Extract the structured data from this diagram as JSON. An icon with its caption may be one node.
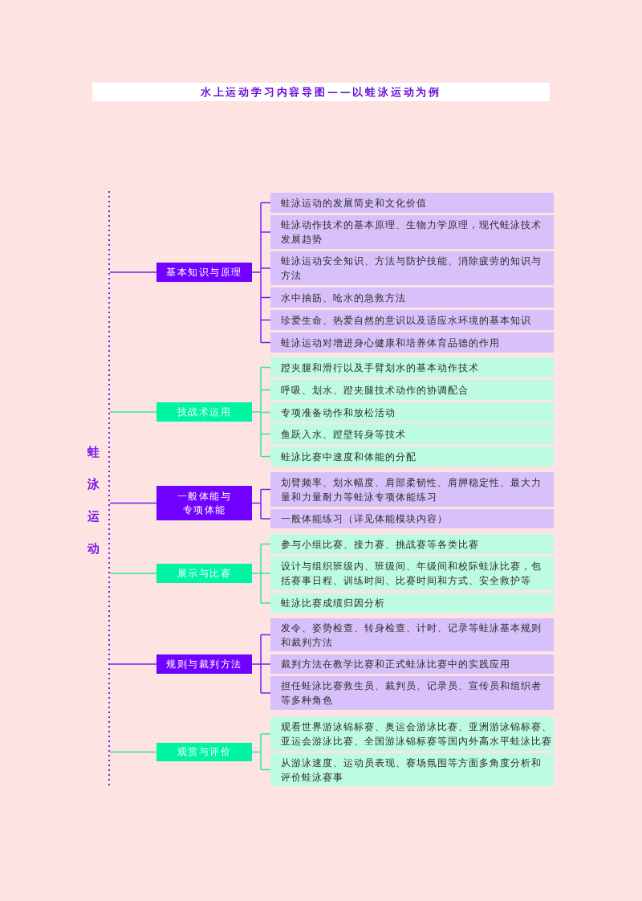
{
  "diagram": {
    "title": "水上运动学习内容导图——以蛙泳运动为例",
    "nodes": [
      {
        "text": [
          "蛙泳运动"
        ]
      },
      {
        "text": [
          "基本知识与原理"
        ]
      },
      {
        "text": [
          "蛙泳运动的发展简史和文化价值"
        ]
      },
      {
        "text": [
          "蛙泳动作技术的基本原理、生物力学原理，现代蛙泳技术发展趋势"
        ]
      },
      {
        "text": [
          "蛙泳运动安全知识、方法与防护技能、消除疲劳的知识与方法"
        ]
      },
      {
        "text": [
          "水中抽筋、呛水的急救方法"
        ]
      },
      {
        "text": [
          "珍爱生命、热爱自然的意识以及适应水环境的基本知识"
        ]
      },
      {
        "text": [
          "蛙泳运动对增进身心健康和培养体育品德的作用"
        ]
      },
      {
        "text": [
          "技战术运用"
        ]
      },
      {
        "text": [
          "蹬夹腿和滑行以及手臂划水的基本动作技术"
        ]
      },
      {
        "text": [
          "呼吸、划水、蹬夹腿技术动作的协调配合"
        ]
      },
      {
        "text": [
          "专项准备动作和放松活动"
        ]
      },
      {
        "text": [
          "鱼跃入水、蹬壁转身等技术"
        ]
      },
      {
        "text": [
          "蛙泳比赛中速度和体能的分配"
        ]
      },
      {
        "text": [
          "一般体能与专项体能"
        ]
      },
      {
        "text": [
          "划臂频率、划水幅度、肩部柔韧性、肩胛稳定性、最大力量和力量耐力等蛙泳专项体能练习"
        ]
      },
      {
        "text": [
          "一般体能练习（详见体能模块内容）"
        ]
      },
      {
        "text": [
          "展示与比赛"
        ]
      },
      {
        "text": [
          "参与小组比赛、接力赛、挑战赛等各类比赛"
        ]
      },
      {
        "text": [
          "设计与组织班级内、班级间、年级间和校际蛙泳比赛，包括赛事日程、训练时间、比赛时间和方式、安全救护等"
        ]
      },
      {
        "text": [
          "蛙泳比赛成绩归因分析"
        ]
      },
      {
        "text": [
          "规则与裁判方法"
        ]
      },
      {
        "text": [
          "发令、姿势检查、转身检查、计时、记录等蛙泳基本规则和裁判方法"
        ]
      },
      {
        "text": [
          "裁判方法在教学比赛和正式蛙泳比赛中的实践应用"
        ]
      },
      {
        "text": [
          "担任蛙泳比赛救生员、裁判员、记录员、宣传员和组织者等多种角色"
        ]
      },
      {
        "text": [
          "观赏与评价"
        ]
      },
      {
        "text": [
          "观看世界游泳锦标赛、奥运会游泳比赛、亚洲游泳锦标赛、亚运会游泳比赛、全国游泳锦标赛等国内外高水平蛙泳比赛"
        ]
      },
      {
        "text": [
          "从游泳速度、运动员表现、赛场氛围等方面多角度分析和评价蛙泳赛事"
        ]
      }
    ],
    "edges": [
      {
        "from": 0,
        "to": 1,
        "arrow": "none"
      },
      {
        "from": 1,
        "to": 2,
        "arrow": "none"
      },
      {
        "from": 1,
        "to": 3,
        "arrow": "none"
      },
      {
        "from": 1,
        "to": 4,
        "arrow": "none"
      },
      {
        "from": 1,
        "to": 5,
        "arrow": "none"
      },
      {
        "from": 1,
        "to": 6,
        "arrow": "none"
      },
      {
        "from": 1,
        "to": 7,
        "arrow": "none"
      },
      {
        "from": 0,
        "to": 8,
        "arrow": "none",
        "color": "#2fe6a6"
      },
      {
        "from": 8,
        "to": 9,
        "arrow": "none",
        "color": "#2fe6a6"
      },
      {
        "from": 8,
        "to": 10,
        "arrow": "none",
        "color": "#2fe6a6"
      },
      {
        "from": 8,
        "to": 11,
        "arrow": "none",
        "color": "#2fe6a6"
      },
      {
        "from": 8,
        "to": 12,
        "arrow": "none",
        "color": "#2fe6a6"
      },
      {
        "from": 8,
        "to": 13,
        "arrow": "none",
        "color": "#2fe6a6"
      },
      {
        "from": 0,
        "to": 14,
        "arrow": "none"
      },
      {
        "from": 14,
        "to": 15,
        "arrow": "none"
      },
      {
        "from": 14,
        "to": 16,
        "arrow": "none"
      },
      {
        "from": 0,
        "to": 17,
        "arrow": "none",
        "color": "#2fe6a6"
      },
      {
        "from": 17,
        "to": 18,
        "arrow": "none",
        "color": "#2fe6a6"
      },
      {
        "from": 17,
        "to": 19,
        "arrow": "none",
        "color": "#2fe6a6"
      },
      {
        "from": 17,
        "to": 20,
        "arrow": "none",
        "color": "#2fe6a6"
      },
      {
        "from": 0,
        "to": 21,
        "arrow": "none"
      },
      {
        "from": 21,
        "to": 22,
        "arrow": "none"
      },
      {
        "from": 21,
        "to": 23,
        "arrow": "none"
      },
      {
        "from": 21,
        "to": 24,
        "arrow": "none"
      },
      {
        "from": 0,
        "to": 25,
        "arrow": "none",
        "color": "#2fe6a6"
      },
      {
        "from": 25,
        "to": 26,
        "arrow": "none",
        "color": "#2fe6a6"
      },
      {
        "from": 25,
        "to": 27,
        "arrow": "none",
        "color": "#2fe6a6"
      }
    ]
  }
}
